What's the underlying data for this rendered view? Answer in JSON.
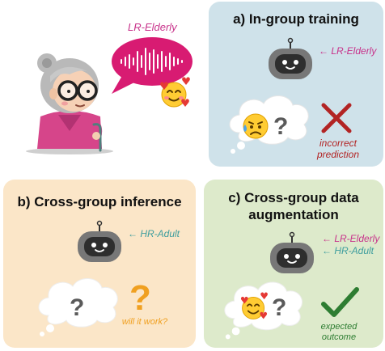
{
  "elderly_section": {
    "speech_label": "LR-Elderly"
  },
  "panel_a": {
    "title": "a) In-group training",
    "robot_label": "← LR-Elderly",
    "cross_caption": "incorrect prediction"
  },
  "panel_b": {
    "title": "b) Cross-group inference",
    "robot_label": "← HR-Adult",
    "thought_text": "?",
    "question_caption": "will it work?"
  },
  "panel_c": {
    "title": "c) Cross-group data augmentation",
    "robot_label_1": "← LR-Elderly",
    "robot_label_2": "← HR-Adult",
    "thought_text": "?",
    "check_caption": "expected outcome"
  },
  "colors": {
    "panel_a_bg": "#cfe2ea",
    "panel_b_bg": "#fbe6c8",
    "panel_c_bg": "#ddeacb",
    "elderly_label": "#c8338b",
    "adult_label": "#3f9e9e",
    "cross": "#b22424",
    "check": "#2e7d32",
    "question": "#f0a020"
  },
  "icons": [
    "elderly-woman-icon",
    "speech-bubble-icon",
    "sound-wave-icon",
    "smiling-hearts-emoji-icon",
    "robot-icon",
    "thought-cloud-icon",
    "sad-sweat-emoji-icon",
    "cross-icon",
    "question-mark-icon",
    "checkmark-icon"
  ]
}
